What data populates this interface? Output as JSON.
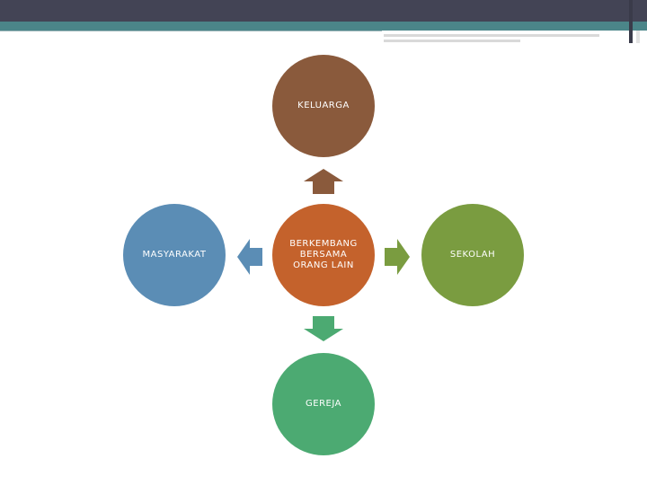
{
  "colors": {
    "top_bar": "#434455",
    "accent_teal": "#4b8589",
    "keluarga": "#8a5a3c",
    "center": "#c4622c",
    "masyarakat": "#5b8db5",
    "sekolah": "#7a9c40",
    "gereja": "#4caa72"
  },
  "nodes": {
    "top": "KELUARGA",
    "center": "BERKEMBANG BERSAMA ORANG LAIN",
    "left": "MASYARAKAT",
    "right": "SEKOLAH",
    "bottom": "GEREJA"
  }
}
